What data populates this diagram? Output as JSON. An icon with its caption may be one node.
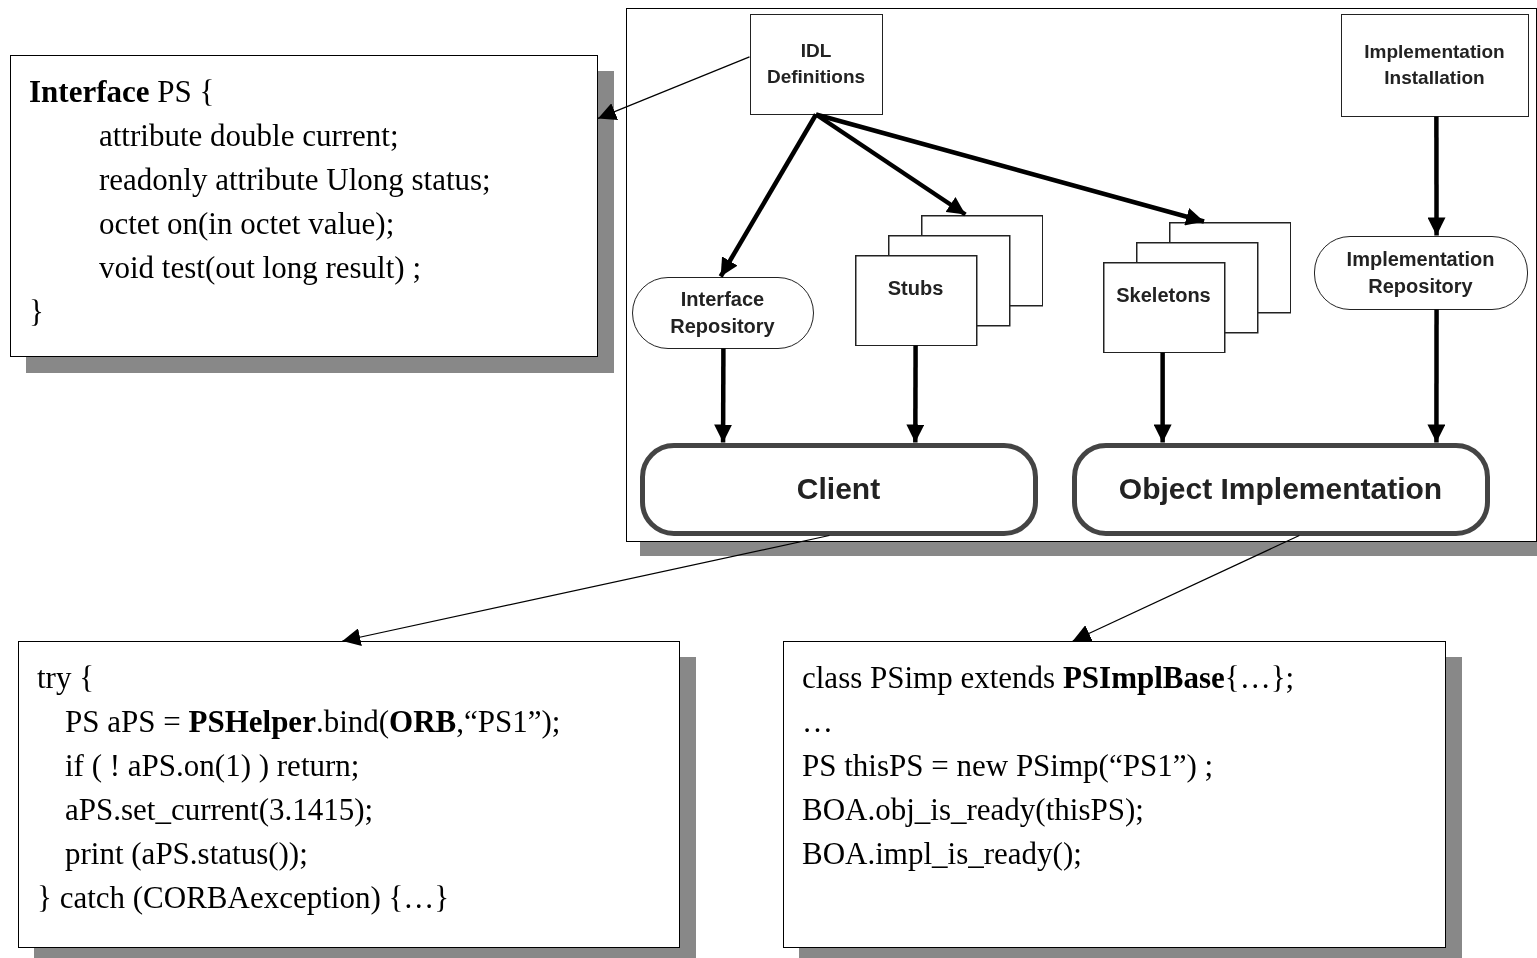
{
  "diagram": {
    "nodes": [
      {
        "text": [
          "**Interface** PS {",
          "attribute double current;",
          "readonly attribute Ulong status;",
          "octet on(in octet value);",
          "void test(out long result) ;",
          "}"
        ]
      },
      {
        "text": [],
        "shape": "box"
      },
      {
        "text": [
          "IDL Definitions"
        ],
        "in": 1
      },
      {
        "text": [
          "Implementation Installation"
        ],
        "in": 1
      },
      {
        "text": [
          "Interface Repository"
        ],
        "in": 1
      },
      {
        "text": [
          "Stubs"
        ],
        "in": 1
      },
      {
        "text": [
          "Skeletons"
        ],
        "in": 1
      },
      {
        "text": [
          "Implementation Repository"
        ],
        "in": 1
      },
      {
        "text": [
          "Client"
        ],
        "in": 1
      },
      {
        "text": [
          "Object Implementation"
        ],
        "in": 1
      },
      {
        "text": [
          "try {",
          "PS aPS = **PSHelper**.bind(**ORB**,“PS1”);",
          "if ( ! aPS.on(1) ) return;",
          "aPS.set_current(3.1415);",
          "print (aPS.status());",
          "} catch (CORBAexception) {…}"
        ]
      },
      {
        "text": [
          "class PSimp extends **PSImplBase**{…};",
          "…",
          "PS thisPS = new PSimp(“PS1”) ;",
          "BOA.obj_is_ready(thisPS);",
          "BOA.impl_is_ready();"
        ]
      }
    ],
    "edges": [
      {
        "from": 2,
        "to": 0,
        "arrow": "to"
      },
      {
        "from": 2,
        "to": 4,
        "arrow": "to"
      },
      {
        "from": 2,
        "to": 5,
        "arrow": "to"
      },
      {
        "from": 2,
        "to": 6,
        "arrow": "to"
      },
      {
        "from": 3,
        "to": 7,
        "arrow": "to"
      },
      {
        "from": 4,
        "to": 8,
        "arrow": "to"
      },
      {
        "from": 5,
        "to": 8,
        "arrow": "to"
      },
      {
        "from": 6,
        "to": 9,
        "arrow": "to"
      },
      {
        "from": 7,
        "to": 9,
        "arrow": "to"
      },
      {
        "from": 8,
        "to": 10,
        "arrow": "to"
      },
      {
        "from": 9,
        "to": 11,
        "arrow": "to"
      }
    ]
  }
}
